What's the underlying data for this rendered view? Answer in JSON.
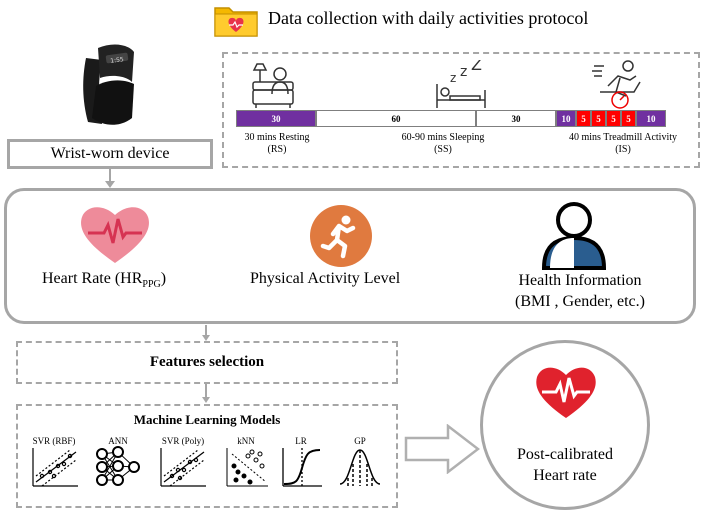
{
  "protocol": {
    "title": "Data collection with daily activities protocol",
    "timeline": [
      {
        "label": "30",
        "minutes": 30,
        "color": "#7030a0"
      },
      {
        "label": "60",
        "minutes": 60,
        "color": "#ffffff"
      },
      {
        "label": "30",
        "minutes": 30,
        "color": "#ffffff"
      },
      {
        "label": "10",
        "minutes": 10,
        "color": "#7030a0"
      },
      {
        "label": "5",
        "minutes": 5,
        "color": "#ff0000"
      },
      {
        "label": "5",
        "minutes": 5,
        "color": "#ff0000"
      },
      {
        "label": "5",
        "minutes": 5,
        "color": "#ff0000"
      },
      {
        "label": "5",
        "minutes": 5,
        "color": "#ff0000"
      },
      {
        "label": "10",
        "minutes": 10,
        "color": "#7030a0"
      }
    ],
    "phases": [
      {
        "name": "30 mins Resting",
        "code": "(RS)"
      },
      {
        "name": "60-90 mins Sleeping",
        "code": "(SS)"
      },
      {
        "name": "40 mins Treadmill Activity",
        "code": "(IS)"
      }
    ]
  },
  "device": {
    "label": "Wrist-worn device"
  },
  "inputs": {
    "heart_rate_main": "Heart Rate (HR",
    "heart_rate_sub": "PPG",
    "heart_rate_close": ")",
    "activity": "Physical Activity Level",
    "health_line1": "Health Information",
    "health_line2": "(BMI , Gender, etc.)"
  },
  "features": {
    "label": "Features selection"
  },
  "models": {
    "title": "Machine Learning Models",
    "items": [
      "SVR (RBF)",
      "ANN",
      "SVR (Poly)",
      "kNN",
      "LR",
      "GP"
    ]
  },
  "output": {
    "line1": "Post-calibrated",
    "line2": "Heart rate"
  },
  "colors": {
    "accent_purple": "#7030a0",
    "accent_red": "#ff0000",
    "heart": "#e8334a",
    "runner": "#e07a3f",
    "border": "#a6a6a6"
  }
}
